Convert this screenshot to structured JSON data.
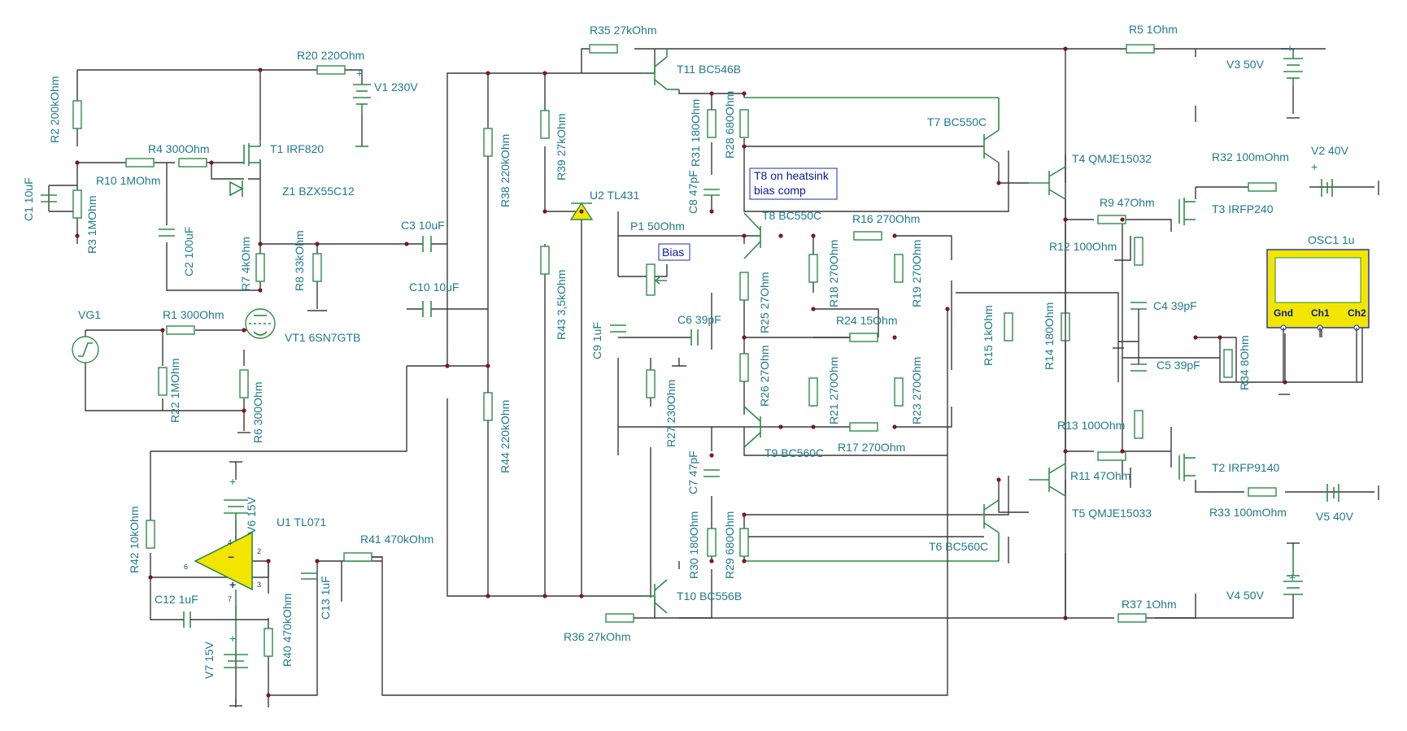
{
  "labels": {
    "R20": "R20 220Ohm",
    "V1": "V1 230V",
    "R2": "R2 200kOhm",
    "T1": "T1 IRF820",
    "R4": "R4 300Ohm",
    "R10": "R10 1MOhm",
    "C1": "C1 10uF",
    "R3": "R3 1MOhm",
    "Z1": "Z1 BZX55C12",
    "C2": "C2 100uF",
    "R7": "R7 4kOhm",
    "R8": "R8 33kOhm",
    "VG1": "VG1",
    "R1": "R1 300Ohm",
    "VT1": "VT1 6SN7GTB",
    "R22": "R22 1MOhm",
    "R6": "R6 300Ohm",
    "C3": "C3 10uF",
    "C10": "C10 10uF",
    "R38": "R38 220kOhm",
    "R44": "R44 220kOhm",
    "R39": "R39 27kOhm",
    "R43": "R43 3,5kOhm",
    "U2": "U2 TL431",
    "R35": "R35 27kOhm",
    "T11": "T11 BC546B",
    "R31": "R31 180Ohm",
    "R28": "R28 680Ohm",
    "C8": "C8 47pF",
    "T8": "T8 BC550C",
    "P1": "P1 50Ohm",
    "Bias": "Bias",
    "C9": "C9 1uF",
    "C6": "C6 39pF",
    "R25": "R25 27Ohm",
    "R26": "R26 27Ohm",
    "R27": "R27 230Ohm",
    "T9": "T9 BC560C",
    "C7": "C7 47pF",
    "R30": "R30 180Ohm",
    "R29": "R29 680Ohm",
    "T10": "T10 BC556B",
    "R36": "R36 27kOhm",
    "R16": "R16 270Ohm",
    "R18": "R18 270Ohm",
    "R19": "R19 270Ohm",
    "R24": "R24 15Ohm",
    "R21": "R21 270Ohm",
    "R23": "R23 270Ohm",
    "R17": "R17 270Ohm",
    "T7": "T7 BC550C",
    "T6": "T6 BC560C",
    "R15": "R15 1kOhm",
    "R14": "R14 180Ohm",
    "T4": "T4 QMJE15032",
    "T5": "T5 QMJE15033",
    "R9": "R9 47Ohm",
    "R12": "R12 100Ohm",
    "R13": "R13 100Ohm",
    "R11": "R11 47Ohm",
    "T3": "T3 IRFP240",
    "T2": "T2 IRFP9140",
    "C4": "C4 39pF",
    "C5": "C5 39pF",
    "R5": "R5 1Ohm",
    "V3": "V3 50V",
    "R32": "R32 100mOhm",
    "V2": "V2 40V",
    "OSC1": "OSC1 1u",
    "Gnd": "Gnd",
    "Ch1": "Ch1",
    "Ch2": "Ch2",
    "R34": "R34 8Ohm",
    "R33": "R33 100mOhm",
    "V5": "V5 40V",
    "R37": "R37 1Ohm",
    "V4": "V4 50V",
    "U1": "U1 TL071",
    "V6": "V6 15V",
    "V7": "V7 15V",
    "R42": "R42 10kOhm",
    "R41": "R41 470kOhm",
    "C12": "C12 1uF",
    "R40": "R40 470kOhm",
    "C13": "C13 1uF",
    "T8note1": "T8 on heatsink",
    "T8note2": "bias comp",
    "pin2": "2",
    "pin3": "3",
    "pin4": "4",
    "pin6": "6",
    "pin7": "7",
    "plus": "+",
    "minus": "−"
  },
  "colors": {
    "wire": "#3a3a3a",
    "component": "#2e8b4a",
    "label": "#1f7a8c",
    "junction": "#7a1a1a",
    "note": "#0a1a9c",
    "opamp_fill": "#f2e600",
    "scope_fill": "#f2e600"
  }
}
